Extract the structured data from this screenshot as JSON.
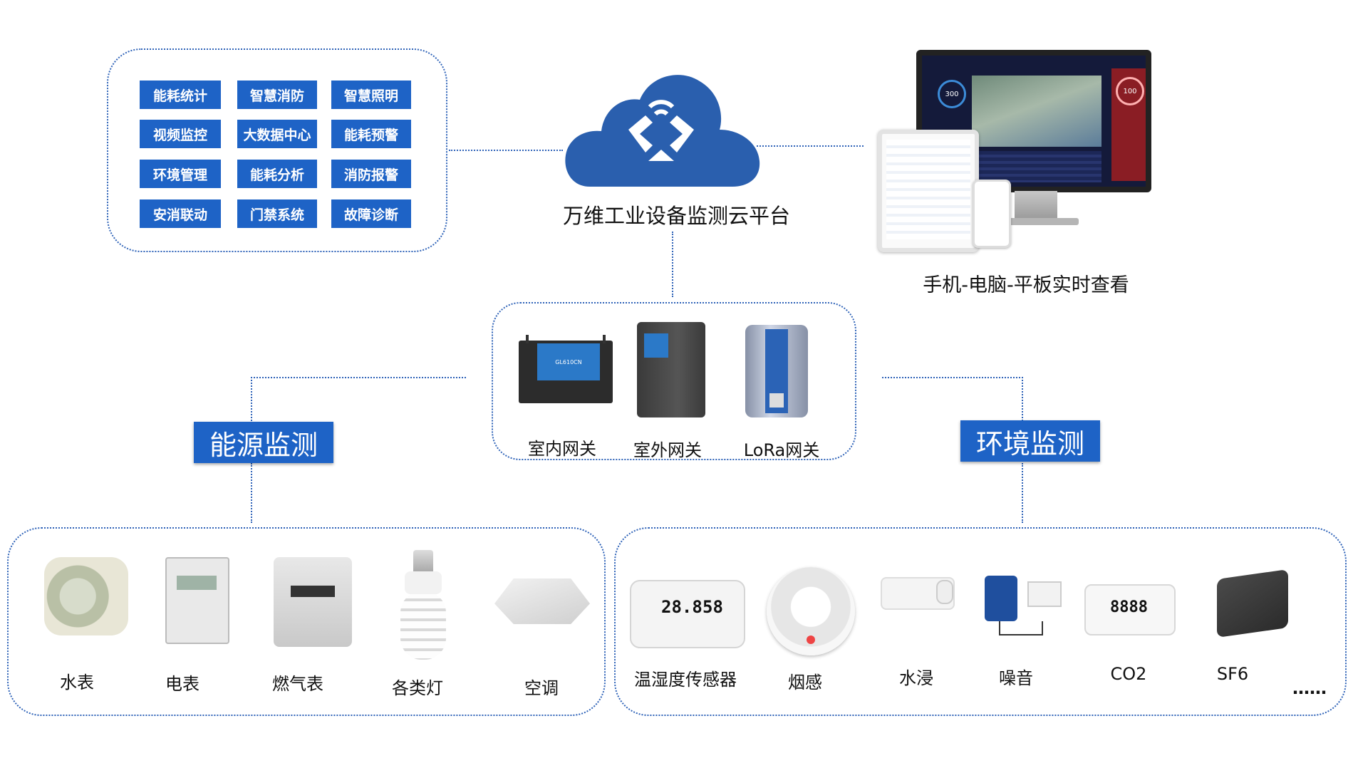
{
  "platform": {
    "title": "万维工业设备监测云平台"
  },
  "features": [
    "能耗统计",
    "智慧消防",
    "智慧照明",
    "视频监控",
    "大数据中心",
    "能耗预警",
    "环境管理",
    "能耗分析",
    "消防报警",
    "安消联动",
    "门禁系统",
    "故障诊断"
  ],
  "viewing": {
    "caption": "手机-电脑-平板实时查看"
  },
  "gateways": [
    {
      "label": "室内网关",
      "model": "GL610CN"
    },
    {
      "label": "室外网关"
    },
    {
      "label": "LoRa网关"
    }
  ],
  "categories": {
    "energy": "能源监测",
    "environment": "环境监测"
  },
  "energy_devices": [
    "水表",
    "电表",
    "燃气表",
    "各类灯",
    "空调"
  ],
  "environment_devices": [
    "温湿度传感器",
    "烟感",
    "水浸",
    "噪音",
    "CO2",
    "SF6"
  ],
  "more": "……",
  "sensor_display": {
    "temp": "28.8",
    "hum": "58",
    "co2": "8888"
  },
  "monitor_values": {
    "left": "300",
    "right": "100"
  },
  "colors": {
    "accent": "#1e63c6",
    "cloud": "#2a5fae",
    "line": "#2f63b8"
  }
}
